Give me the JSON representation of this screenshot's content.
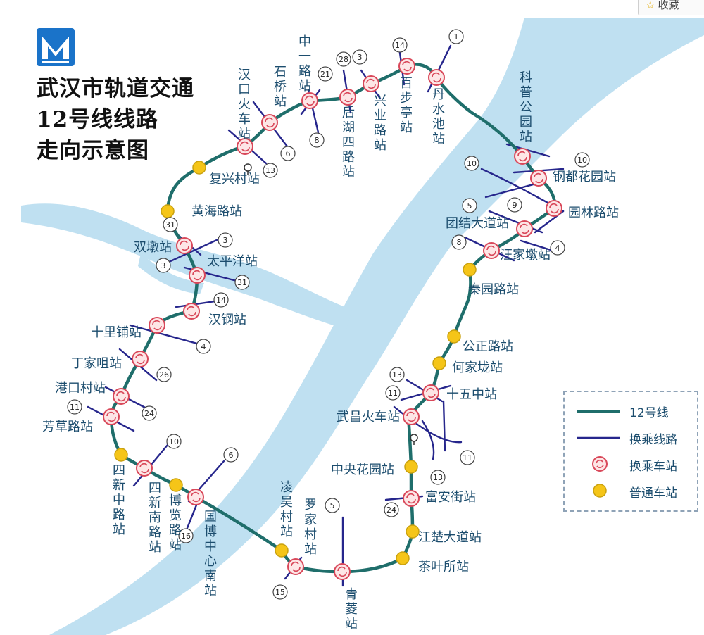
{
  "toolbar": {
    "favorite_label": "收藏"
  },
  "title_lines": [
    "武汉市轨道交通",
    "12号线线路",
    "走向示意图"
  ],
  "legend": {
    "line12": "12号线",
    "transfer_line": "换乘线路",
    "transfer_station": "换乘车站",
    "normal_station": "普通车站"
  },
  "colors": {
    "line12": "#1f6e6b",
    "transfer_line": "#26268c",
    "river": "#bfe0f1",
    "transfer_station_ring": "#d9485a",
    "normal_station_fill": "#f5c518",
    "label_text": "#1c4d6e"
  },
  "stations": [
    {
      "id": "hankou-railway",
      "name": "汉口火车站",
      "type": "transfer",
      "lines": [
        "13"
      ]
    },
    {
      "id": "shiqiao",
      "name": "石桥站",
      "type": "transfer",
      "lines": [
        "6"
      ]
    },
    {
      "id": "zhongyi-road",
      "name": "中一路站",
      "type": "transfer",
      "lines": [
        "21",
        "8"
      ]
    },
    {
      "id": "houhu-4th-road",
      "name": "后湖四路站",
      "type": "transfer",
      "lines": [
        "28"
      ]
    },
    {
      "id": "xingye-road",
      "name": "兴业路站",
      "type": "transfer",
      "lines": [
        "3"
      ]
    },
    {
      "id": "baibuting",
      "name": "百步亭站",
      "type": "transfer",
      "lines": [
        "14"
      ]
    },
    {
      "id": "danshuichi",
      "name": "丹水池站",
      "type": "transfer",
      "lines": [
        "1"
      ]
    },
    {
      "id": "science-park",
      "name": "科普公园站",
      "type": "transfer",
      "lines": [
        "10"
      ]
    },
    {
      "id": "gangdu-garden",
      "name": "钢都花园站",
      "type": "transfer",
      "lines": [
        "10"
      ]
    },
    {
      "id": "yuanlin-road",
      "name": "园林路站",
      "type": "transfer",
      "lines": [
        "5"
      ]
    },
    {
      "id": "tuanjie-avenue",
      "name": "团结大道站",
      "type": "transfer",
      "lines": [
        "9"
      ]
    },
    {
      "id": "wangjiadun",
      "name": "汪家墩站",
      "type": "transfer",
      "lines": [
        "8",
        "4"
      ]
    },
    {
      "id": "qinyuan-road",
      "name": "秦园路站",
      "type": "normal",
      "lines": []
    },
    {
      "id": "gongzheng-road",
      "name": "公正路站",
      "type": "normal",
      "lines": []
    },
    {
      "id": "hejialong",
      "name": "何家垅站",
      "type": "normal",
      "lines": []
    },
    {
      "id": "shiwuzhong",
      "name": "十五中站",
      "type": "transfer",
      "lines": [
        "13"
      ]
    },
    {
      "id": "wuchang-railway",
      "name": "武昌火车站",
      "type": "transfer",
      "lines": [
        "11",
        "13",
        "11"
      ]
    },
    {
      "id": "central-garden",
      "name": "中央花园站",
      "type": "normal",
      "lines": []
    },
    {
      "id": "fuan-street",
      "name": "富安街站",
      "type": "transfer",
      "lines": [
        "24"
      ]
    },
    {
      "id": "jiangchu-avenue",
      "name": "江楚大道站",
      "type": "normal",
      "lines": []
    },
    {
      "id": "chayesuo",
      "name": "茶叶所站",
      "type": "normal",
      "lines": []
    },
    {
      "id": "qingling",
      "name": "青菱站",
      "type": "transfer",
      "lines": [
        "5"
      ]
    },
    {
      "id": "luojiacun",
      "name": "罗家村站",
      "type": "transfer",
      "lines": [
        "15"
      ]
    },
    {
      "id": "linghucun",
      "name": "凌吴村站",
      "type": "normal",
      "lines": []
    },
    {
      "id": "guobo-center-south",
      "name": "国博中心南站",
      "type": "transfer",
      "lines": [
        "6"
      ]
    },
    {
      "id": "expo-road",
      "name": "博览路站",
      "type": "normal",
      "lines": [
        "16"
      ]
    },
    {
      "id": "sixin-south-road",
      "name": "四新南路站",
      "type": "transfer",
      "lines": [
        "10"
      ]
    },
    {
      "id": "sixin-middle-road",
      "name": "四新中路站",
      "type": "normal",
      "lines": []
    },
    {
      "id": "fangcao-road",
      "name": "芳草路站",
      "type": "transfer",
      "lines": [
        "11"
      ]
    },
    {
      "id": "gangkoucun",
      "name": "港口村站",
      "type": "transfer",
      "lines": [
        "24"
      ]
    },
    {
      "id": "dingjiazui",
      "name": "丁家咀站",
      "type": "transfer",
      "lines": [
        "26"
      ]
    },
    {
      "id": "shilipu",
      "name": "十里铺站",
      "type": "transfer",
      "lines": [
        "4"
      ]
    },
    {
      "id": "hangang",
      "name": "汉钢站",
      "type": "transfer",
      "lines": [
        "14"
      ]
    },
    {
      "id": "taipingyang",
      "name": "太平洋站",
      "type": "transfer",
      "lines": [
        "31"
      ]
    },
    {
      "id": "shuangdun",
      "name": "双墩站",
      "type": "transfer",
      "lines": [
        "31",
        "3",
        "3"
      ]
    },
    {
      "id": "huanghai-road",
      "name": "黄海路站",
      "type": "normal",
      "lines": []
    },
    {
      "id": "fuxingcun",
      "name": "复兴村站",
      "type": "normal",
      "lines": []
    }
  ]
}
